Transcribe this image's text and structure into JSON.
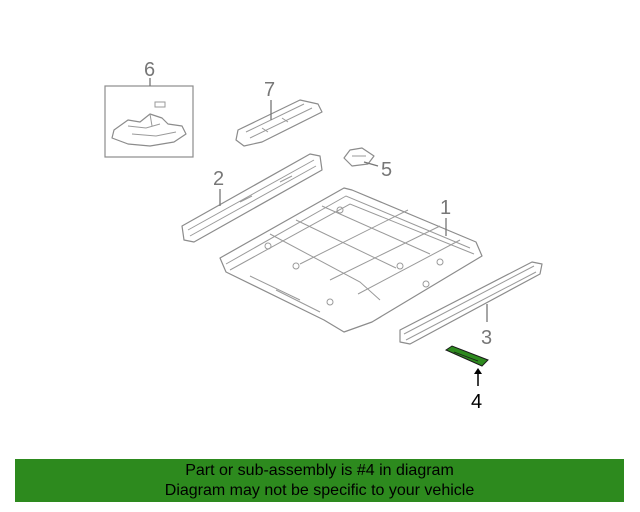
{
  "callouts": {
    "part_1": "1",
    "part_2": "2",
    "part_3": "3",
    "part_4": "4",
    "part_5": "5",
    "part_6": "6",
    "part_7": "7"
  },
  "highlighted_part": "4",
  "colors": {
    "highlight_fill": "#2d8a1e",
    "banner_background": "#2d8a1e",
    "line_gray": "#8c8c8c",
    "callout_gray": "#777777"
  },
  "banner": {
    "line1": "Part or sub-assembly is #4 in diagram",
    "line2": "Diagram may not be specific to your vehicle"
  }
}
